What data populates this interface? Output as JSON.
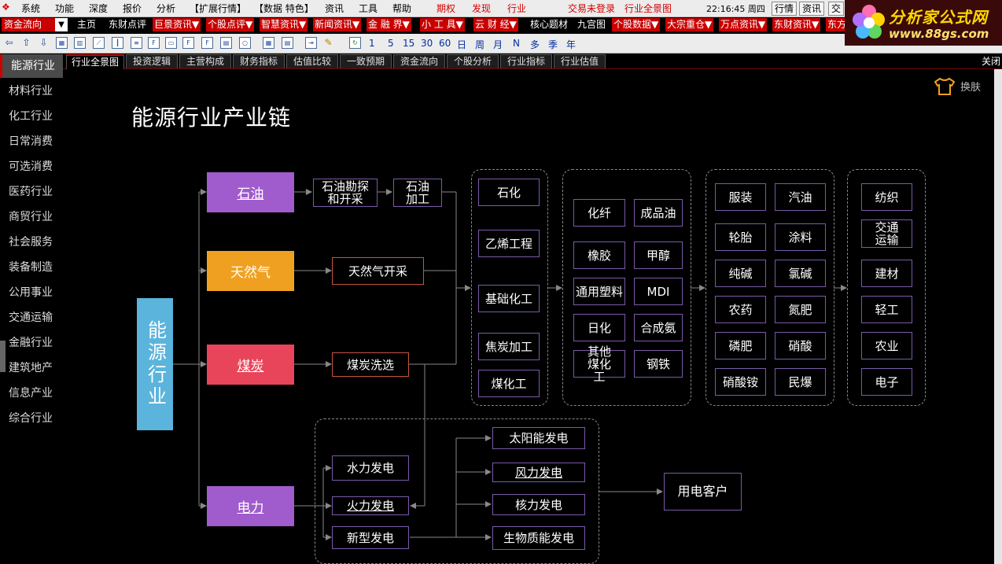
{
  "menu": {
    "system": "系统",
    "func": "功能",
    "depth": "深度",
    "quote": "报价",
    "analysis": "分析",
    "ext": "【扩展行情】",
    "datafeat": "【数据 特色】",
    "news": "资讯",
    "tools": "工具",
    "help": "帮助",
    "options": "期权",
    "discover": "发现",
    "industry": "行业",
    "trade_status": "交易未登录",
    "industry_panorama": "行业全景图",
    "time": "22:16:45 周四",
    "btn_quote": "行情",
    "btn_info": "资讯",
    "btn_trade": "交"
  },
  "bar2": {
    "fund_flow": "资金流向",
    "home": "主页",
    "dongcai": "东财点评",
    "jujing": "巨景资讯▼",
    "stock_review": "个股点评▼",
    "smart": "智慧资讯▼",
    "newsinfo": "新闻资讯▼",
    "finance": "金 融 界▼",
    "tools": "小 工 具▼",
    "cloud": "云 财 经▼",
    "core": "核心题材",
    "nine": "九宫图",
    "stockdata": "个股数据▼",
    "block": "大宗重仓▼",
    "wanfang": "万点资讯▼",
    "dongcaiinfo": "东财资讯▼",
    "more": "东方"
  },
  "toolbar": {
    "periods": [
      "1",
      "5",
      "15",
      "30",
      "60",
      "日",
      "周",
      "月",
      "N",
      "多",
      "季",
      "年"
    ]
  },
  "logo": {
    "title": "分析家公式网",
    "url": "www.88gs.com"
  },
  "sidebar": [
    "能源行业",
    "材料行业",
    "化工行业",
    "日常消费",
    "可选消费",
    "医药行业",
    "商贸行业",
    "社会服务",
    "装备制造",
    "公用事业",
    "交通运输",
    "金融行业",
    "建筑地产",
    "信息产业",
    "综合行业"
  ],
  "tabs": [
    "行业全景图",
    "投资逻辑",
    "主营构成",
    "财务指标",
    "估值比较",
    "一致预期",
    "资金流向",
    "个股分析",
    "行业指标",
    "行业估值"
  ],
  "close_label": "关闭",
  "skin_label": "换肤",
  "colors": {
    "oil": "#a05ccc",
    "gas": "#f0a020",
    "coal": "#e8455a",
    "power": "#a05ccc",
    "root": "#5ab4dc",
    "box_border": "#7a5aa8",
    "orange_border": "#c8543e"
  },
  "chart": {
    "title": "能源行业产业链",
    "root": "能源行业",
    "oil": "石油",
    "gas": "天然气",
    "coal": "煤炭",
    "power": "电力",
    "oil_explore": "石油勘探和开采",
    "oil_process": "石油加工",
    "gas_mining": "天然气开采",
    "coal_wash": "煤炭洗选",
    "g1": [
      "石化",
      "乙烯工程",
      "基础化工",
      "焦炭加工",
      "煤化工"
    ],
    "g2": [
      "化纤",
      "成品油",
      "橡胶",
      "甲醇",
      "通用塑料",
      "MDI",
      "日化",
      "合成氨",
      "其他煤化工",
      "钢铁"
    ],
    "g3": [
      "服装",
      "汽油",
      "轮胎",
      "涂料",
      "纯碱",
      "氯碱",
      "农药",
      "氮肥",
      "磷肥",
      "硝酸",
      "硝酸铵",
      "民爆"
    ],
    "g4": [
      "纺织",
      "交通运输",
      "建材",
      "轻工",
      "农业",
      "电子"
    ],
    "power_src": [
      "水力发电",
      "火力发电",
      "新型发电"
    ],
    "power_new": [
      "太阳能发电",
      "风力发电",
      "核力发电",
      "生物质能发电"
    ],
    "customer": "用电客户"
  }
}
